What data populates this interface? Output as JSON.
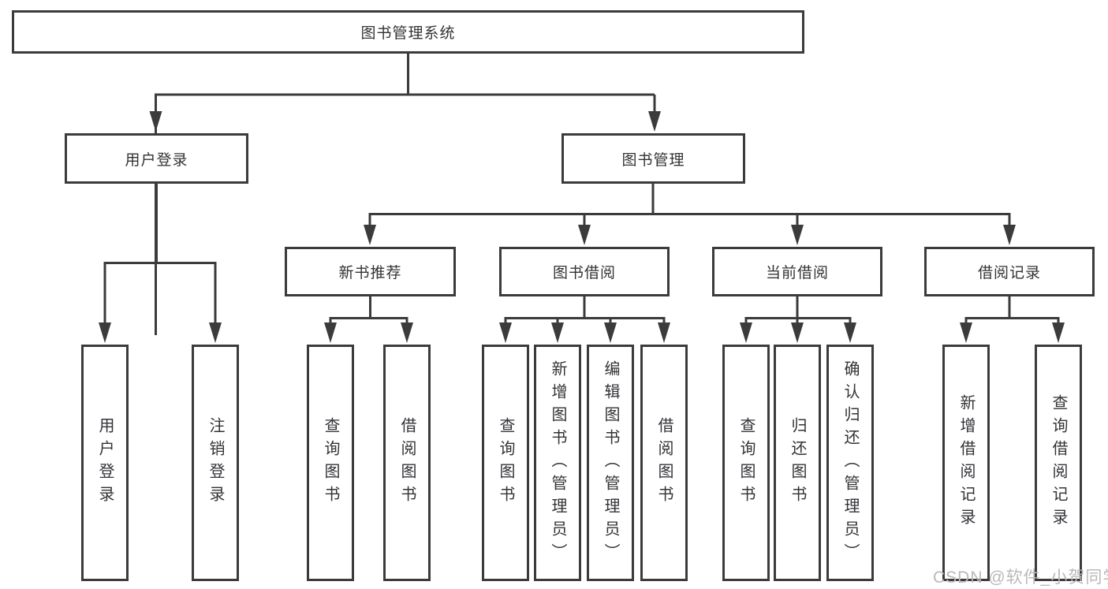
{
  "style": {
    "line_color": "#3b3b3b",
    "text_color": "#333338",
    "watermark_color": "#b9b9b9",
    "background": "#ffffff"
  },
  "watermark": {
    "text": "CSDN @软件_小贺同学"
  },
  "diagram": {
    "root": "图书管理系统",
    "children": [
      {
        "label": "用户登录",
        "children": [
          "用户登录",
          "注销登录"
        ]
      },
      {
        "label": "图书管理",
        "children": [
          {
            "label": "新书推荐",
            "children": [
              "查询图书",
              "借阅图书"
            ]
          },
          {
            "label": "图书借阅",
            "children": [
              "查询图书",
              "新增图书（管理员）",
              "编辑图书（管理员）",
              "借阅图书"
            ]
          },
          {
            "label": "当前借阅",
            "children": [
              "查询图书",
              "归还图书",
              "确认归还（管理员）"
            ]
          },
          {
            "label": "借阅记录",
            "children": [
              "新增借阅记录",
              "查询借阅记录"
            ]
          }
        ]
      }
    ]
  }
}
